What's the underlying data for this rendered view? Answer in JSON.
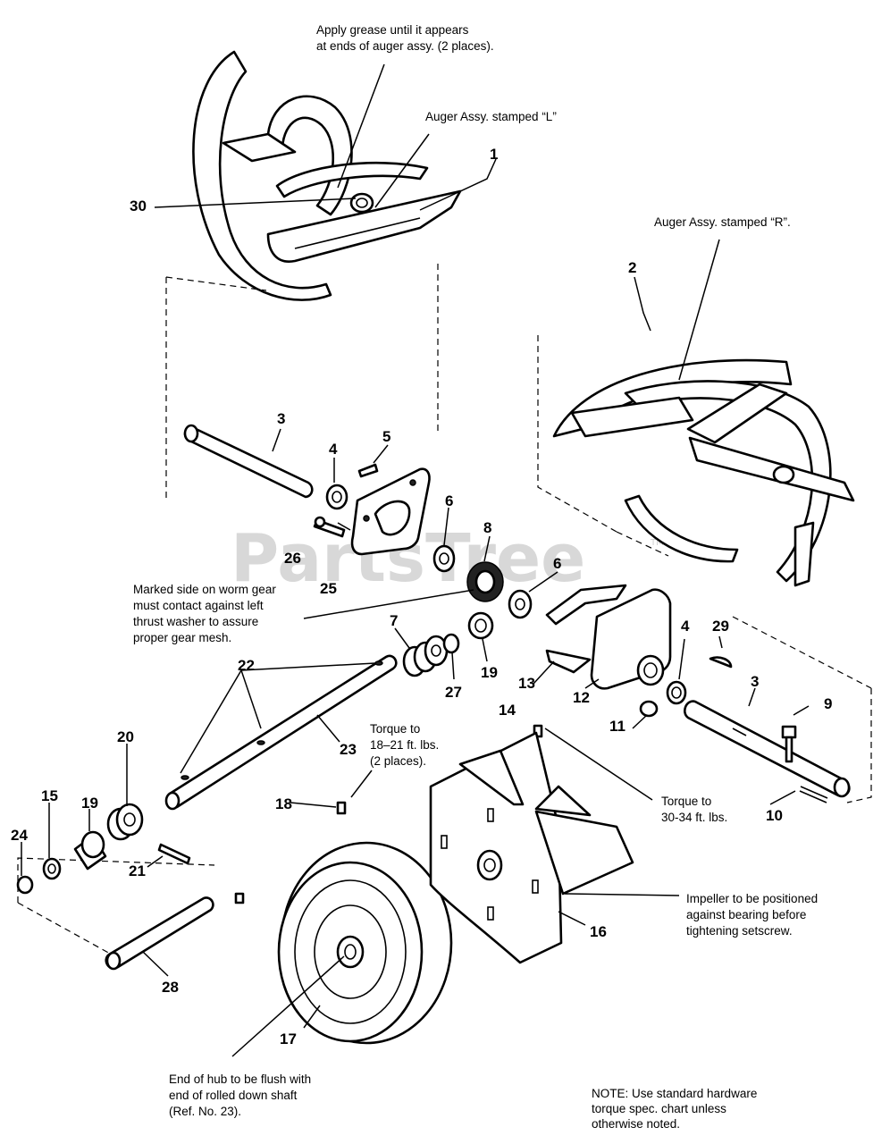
{
  "watermark": {
    "text": "PartsTree",
    "tm": "TM"
  },
  "notes": {
    "grease": [
      "Apply grease until it appears",
      "at ends of auger assy. (2 places)."
    ],
    "auger_l": "Auger Assy. stamped “L”",
    "auger_r": "Auger Assy. stamped “R”.",
    "worm_gear": [
      "Marked side on worm gear",
      "must contact against left",
      "thrust washer to assure",
      "proper gear mesh."
    ],
    "torque_18": [
      "Torque to",
      "18–21 ft. lbs.",
      "(2 places)."
    ],
    "torque_30": [
      "Torque to",
      "30-34 ft. lbs."
    ],
    "impeller": [
      "Impeller to be positioned",
      "against bearing before",
      "tightening setscrew."
    ],
    "hub": [
      "End of hub to be flush with",
      "end of rolled down shaft",
      "(Ref. No. 23)."
    ],
    "standard": [
      "NOTE: Use standard hardware",
      "torque spec. chart unless",
      "otherwise noted."
    ]
  },
  "callouts": {
    "c1": "1",
    "c2": "2",
    "c3a": "3",
    "c3b": "3",
    "c4a": "4",
    "c4b": "4",
    "c5": "5",
    "c6a": "6",
    "c6b": "6",
    "c7": "7",
    "c8": "8",
    "c9": "9",
    "c10": "10",
    "c11": "11",
    "c12": "12",
    "c13": "13",
    "c14": "14",
    "c15": "15",
    "c16": "16",
    "c17": "17",
    "c18": "18",
    "c19a": "19",
    "c19b": "19",
    "c20": "20",
    "c21": "21",
    "c22": "22",
    "c23": "23",
    "c24": "24",
    "c25": "25",
    "c26": "26",
    "c27": "27",
    "c28": "28",
    "c29": "29",
    "c30": "30"
  }
}
